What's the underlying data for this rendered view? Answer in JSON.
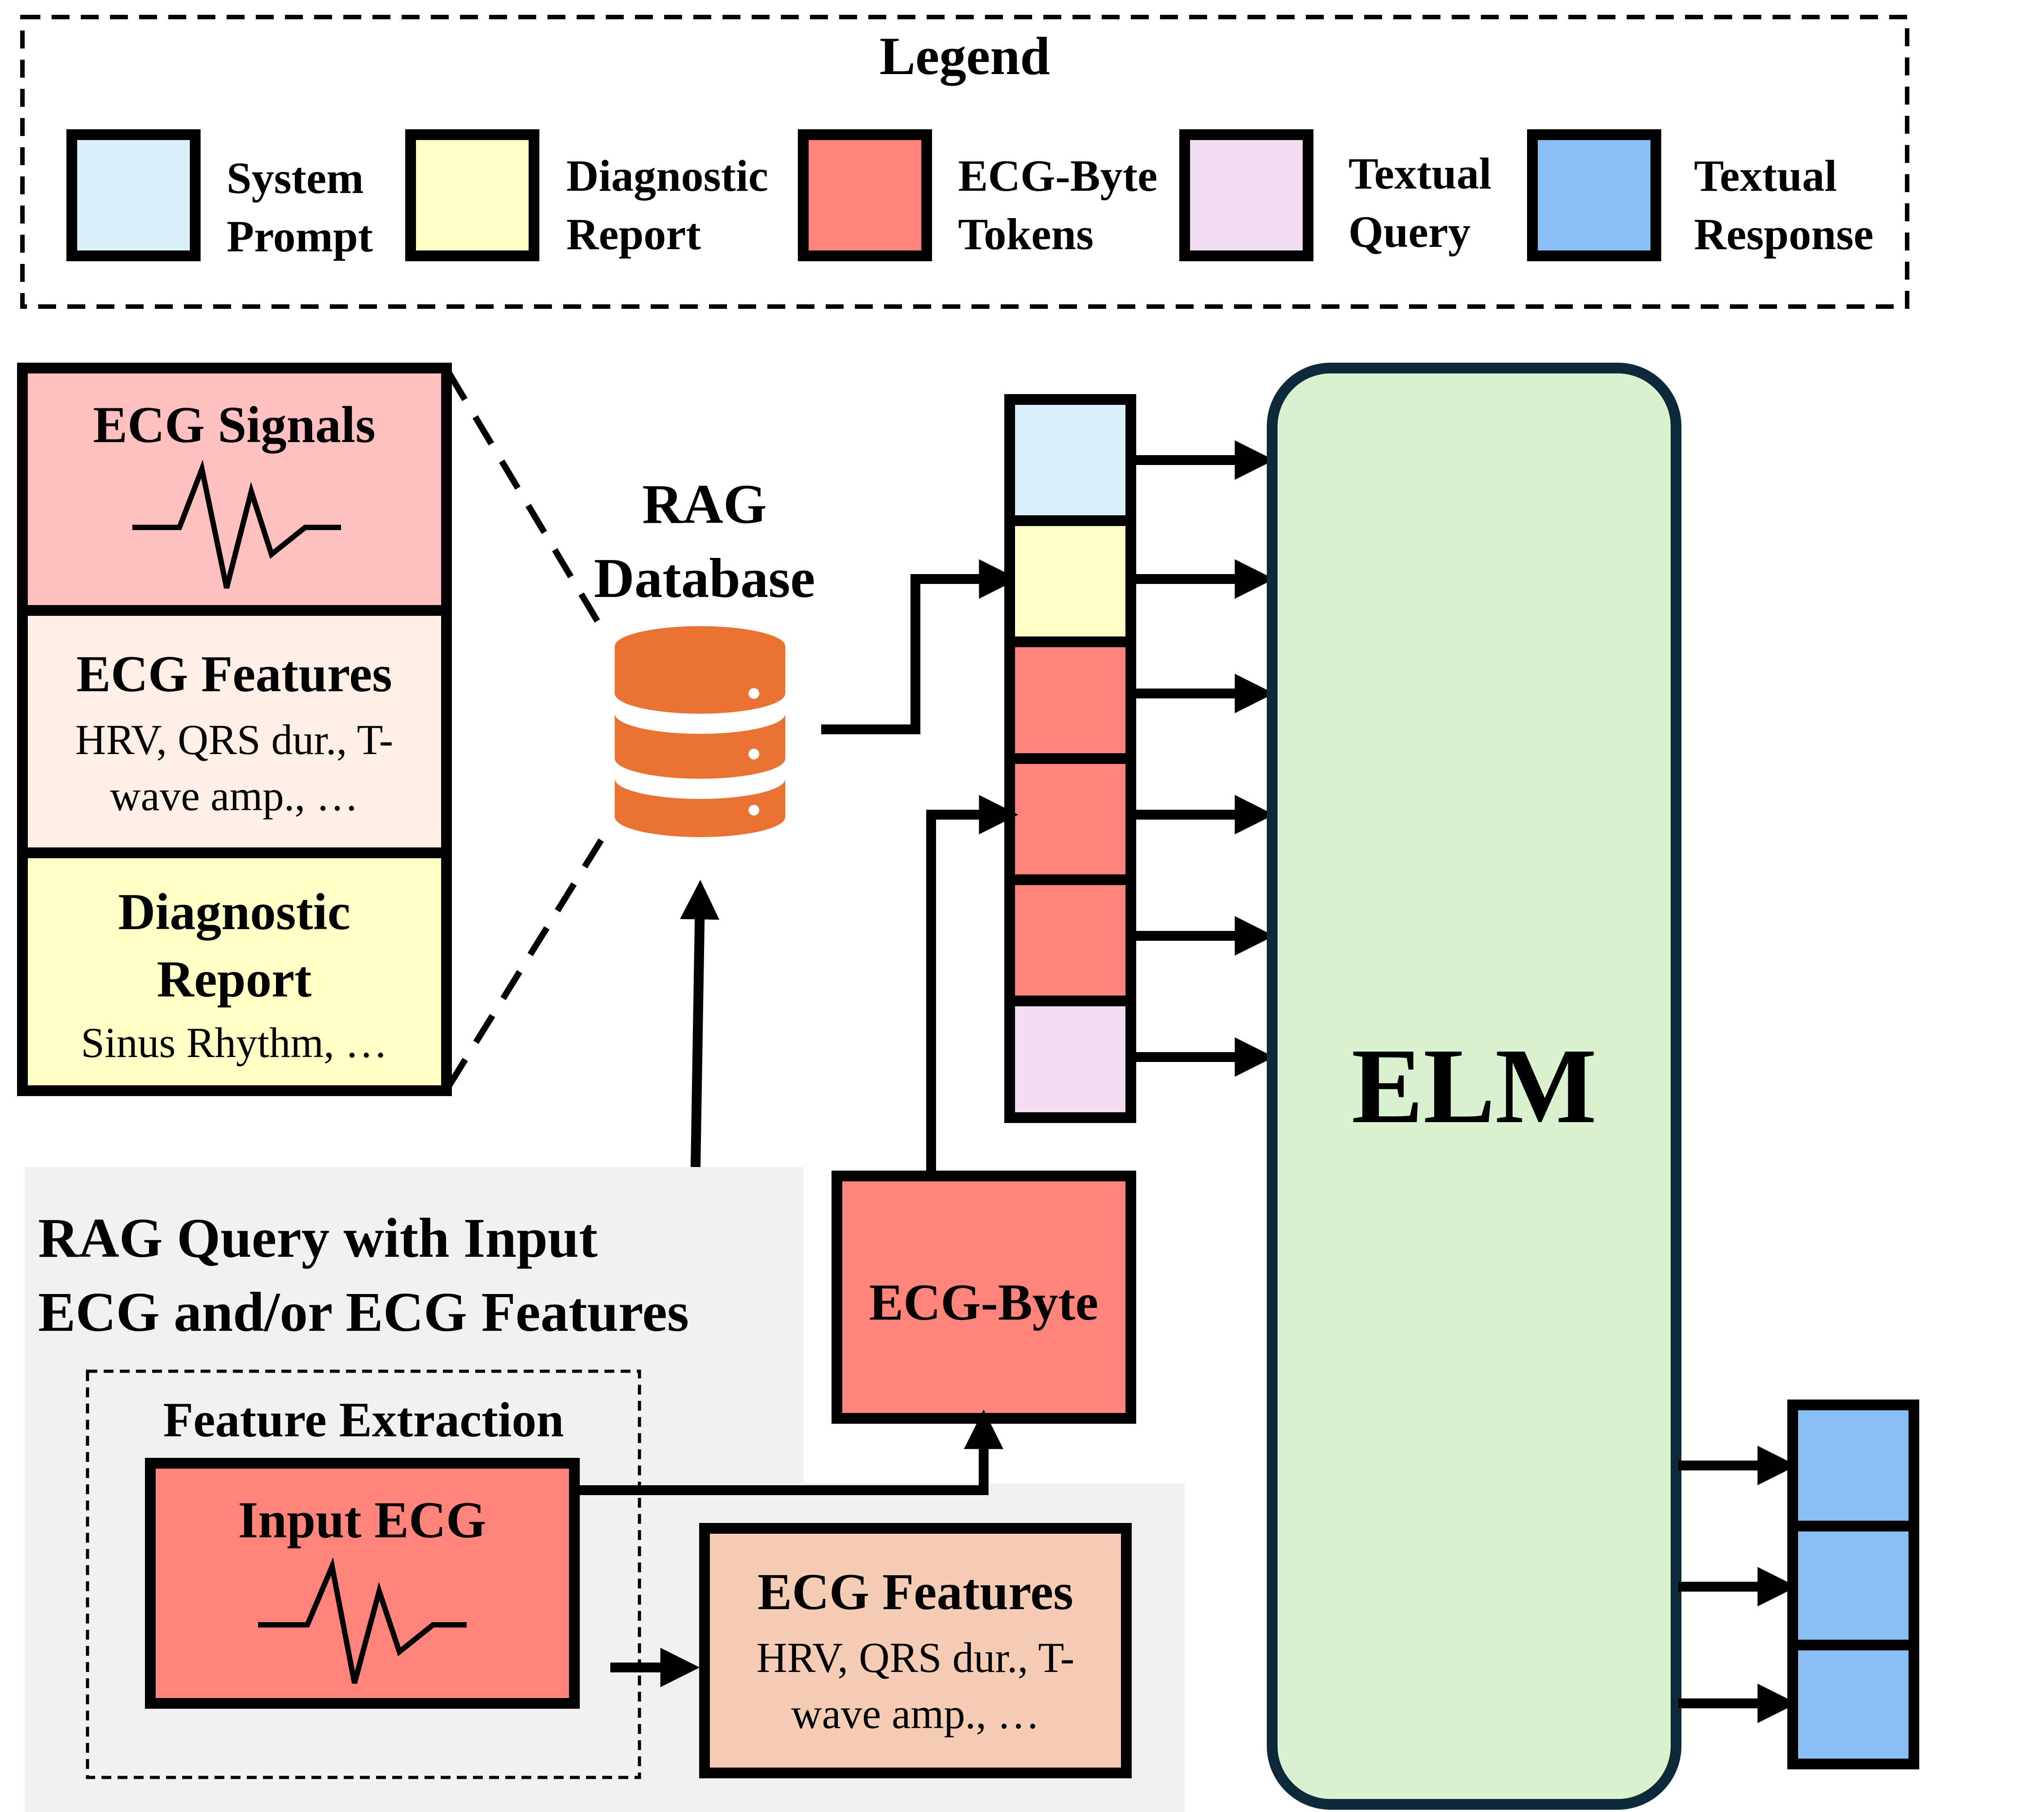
{
  "legend": {
    "title": "Legend",
    "items": [
      {
        "line1": "System",
        "line2": "Prompt",
        "color": "#daf0fa"
      },
      {
        "line1": "Diagnostic",
        "line2": "Report",
        "color": "#ffffc6"
      },
      {
        "line1": "ECG-Byte",
        "line2": "Tokens",
        "color": "#ff847b"
      },
      {
        "line1": "Textual",
        "line2": "Query",
        "color": "#f3dcef"
      },
      {
        "line1": "Textual",
        "line2": "Response",
        "color": "#88bff5"
      }
    ]
  },
  "database_stack": {
    "signals_title": "ECG Signals",
    "features_title": "ECG Features",
    "features_line1": "HRV, QRS dur., T-",
    "features_line2": "wave amp., …",
    "report_title_line1": "Diagnostic",
    "report_title_line2": "Report",
    "report_text": "Sinus Rhythm, …"
  },
  "rag": {
    "label_line1": "RAG",
    "label_line2": "Database"
  },
  "query_panel": {
    "title_line1": "RAG Query with Input",
    "title_line2": "ECG and/or ECG Features",
    "feature_extraction_label": "Feature Extraction",
    "input_ecg_label": "Input ECG"
  },
  "extracted_features": {
    "title": "ECG Features",
    "line1": "HRV, QRS dur., T-",
    "line2": "wave amp., …"
  },
  "tokenizer": {
    "label": "ECG-Byte"
  },
  "model": {
    "label": "ELM"
  },
  "colors": {
    "ecg_signals_bg": "#ffc1bf",
    "ecg_features_bg": "#fdefe6",
    "diagnostic_report_bg": "#ffffc6",
    "ecg_byte_bg": "#ff847b",
    "extracted_features_bg": "#f5cdb5",
    "elm_bg": "#d9f2d0",
    "elm_border": "#0e2a3a",
    "database_icon": "#e97132",
    "panel_bg": "#f1f1f1"
  }
}
